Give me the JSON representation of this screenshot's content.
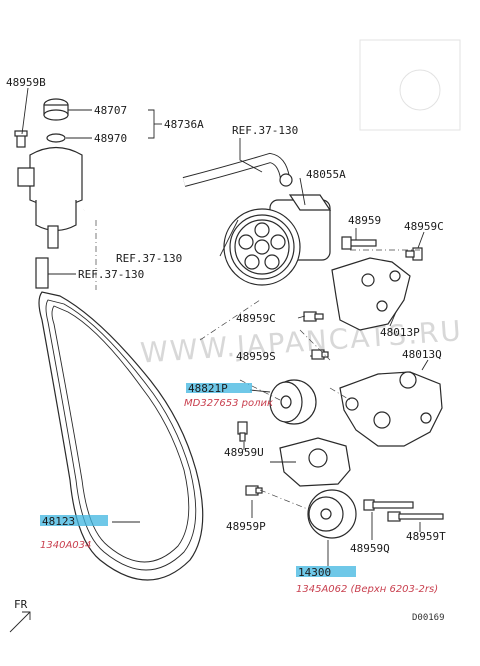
{
  "diagram_code": "D00169",
  "watermark": "WWW.JAPANCATS.RU",
  "fr_label": "FR",
  "highlight_color": "#3fb6e0",
  "handwriting_color": "#c9404f",
  "parts": {
    "p48959B": "48959B",
    "p48707": "48707",
    "p48970": "48970",
    "p48736A": "48736A",
    "p48055A": "48055A",
    "p48959": "48959",
    "p48959C_top": "48959C",
    "p48959C_mid": "48959C",
    "p48013P": "48013P",
    "p48959S": "48959S",
    "p48013Q": "48013Q",
    "p48821P": "48821P",
    "p48959U": "48959U",
    "p48959P": "48959P",
    "p48959Q": "48959Q",
    "p48959T": "48959T",
    "p48123": "48123",
    "p14300": "14300"
  },
  "refs": {
    "ref_top": "REF.37-130",
    "ref_mid": "REF.37-130",
    "ref_left": "REF.37-130"
  },
  "handwritten": {
    "idler_note": "MD327653 ролик",
    "belt_note": "1340A034",
    "tensioner_note": "1345A062 (Верхн 6203-2rs)"
  }
}
